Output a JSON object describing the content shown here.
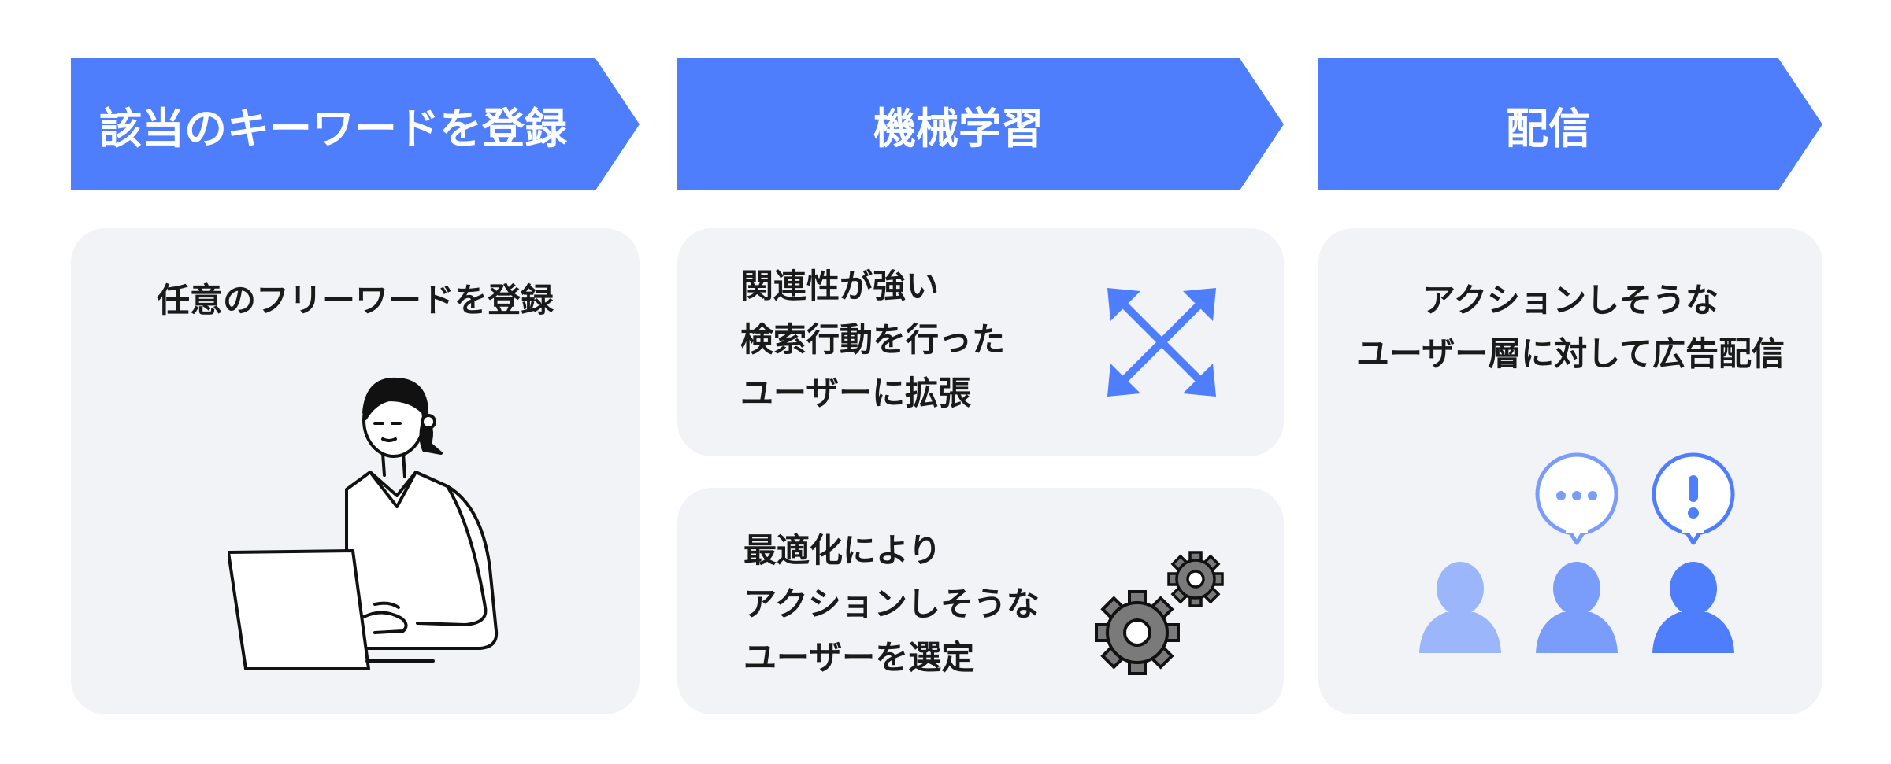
{
  "steps": [
    {
      "label": "該当のキーワードを登録"
    },
    {
      "label": "機械学習"
    },
    {
      "label": "配信"
    }
  ],
  "panels": {
    "register": {
      "line1": "任意のフリーワードを登録"
    },
    "expand": {
      "line1": "関連性が強い",
      "line2": "検索行動を行った",
      "line3": "ユーザーに拡張"
    },
    "optimize": {
      "line1": "最適化により",
      "line2": "アクションしそうな",
      "line3": "ユーザーを選定"
    },
    "deliver": {
      "line1": "アクションしそうな",
      "line2": "ユーザー層に対して広告配信"
    }
  },
  "icons": {
    "person_laptop": "person-laptop-illustration",
    "expand_arrows": "expand-arrows-icon",
    "gears": "gears-icon",
    "users": "user-silhouettes-icon",
    "speech_dots": "speech-bubble-dots-icon",
    "speech_exclaim": "speech-bubble-exclamation-icon"
  },
  "colors": {
    "step_blue": "#4f7efd",
    "panel_bg": "#f2f3f7",
    "user_light": "#9cb6fb",
    "user_mid": "#7a9dfb",
    "user_dark": "#4f7efd"
  }
}
